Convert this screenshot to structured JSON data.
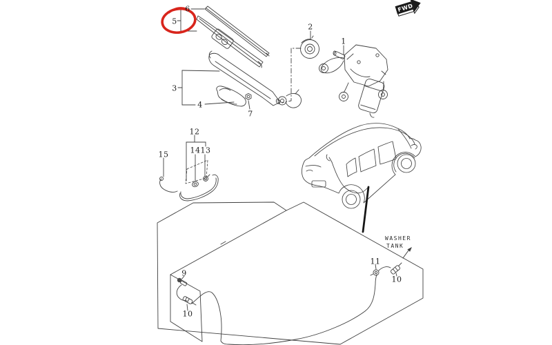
{
  "colors": {
    "background": "#ffffff",
    "line": "#3f3f3f",
    "label_text": "#1c1c1c",
    "highlight": "#d8251c",
    "bold_hose": "#161616"
  },
  "highlight": {
    "shape": "hand-drawn-ellipse",
    "around_part": "5",
    "color": "#d8251c"
  },
  "fwd_flag": {
    "label": "FWD"
  },
  "washer_tank": {
    "line1": "WASHER",
    "line2": "TANK"
  },
  "callouts": [
    {
      "part": "5",
      "highlighted": true
    },
    {
      "part": "6",
      "highlighted": false
    },
    {
      "part": "3",
      "highlighted": false
    },
    {
      "part": "4",
      "highlighted": false
    },
    {
      "part": "7",
      "highlighted": false
    },
    {
      "part": "2",
      "highlighted": false
    },
    {
      "part": "1",
      "highlighted": false
    },
    {
      "part": "12",
      "highlighted": false
    },
    {
      "part": "14",
      "highlighted": false
    },
    {
      "part": "13",
      "highlighted": false
    },
    {
      "part": "15",
      "highlighted": false
    },
    {
      "part": "9",
      "highlighted": false
    },
    {
      "part": "10",
      "highlighted": false
    },
    {
      "part": "11",
      "highlighted": false
    },
    {
      "part": "10",
      "highlighted": false
    }
  ]
}
